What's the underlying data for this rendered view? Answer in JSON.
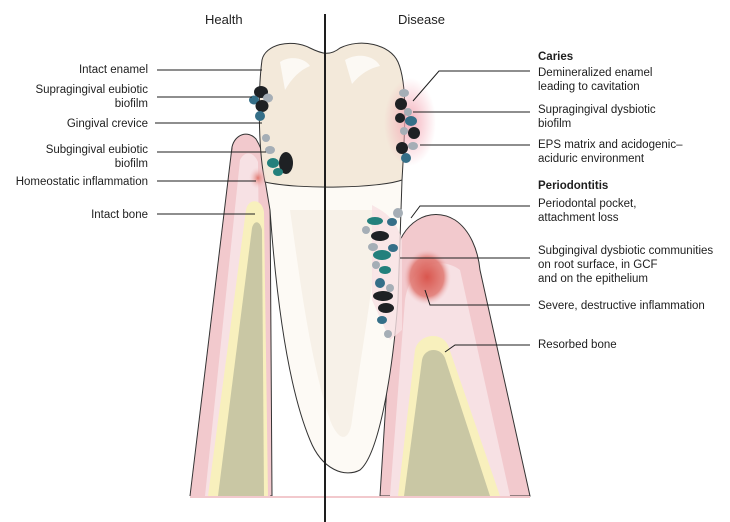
{
  "headers": {
    "health": "Health",
    "disease": "Disease"
  },
  "left_labels": {
    "intact_enamel": "Intact enamel",
    "supragingival_eubiotic_1": "Supragingival eubiotic",
    "supragingival_eubiotic_2": "biofilm",
    "gingival_crevice": "Gingival crevice",
    "subgingival_eubiotic_1": "Subgingival eubiotic",
    "subgingival_eubiotic_2": "biofilm",
    "homeostatic_inflammation": "Homeostatic inflammation",
    "intact_bone": "Intact bone"
  },
  "right_labels": {
    "caries_title": "Caries",
    "demineralized_1": "Demineralized enamel",
    "demineralized_2": "leading to cavitation",
    "supragingival_dysbiotic_1": "Supragingival dysbiotic",
    "supragingival_dysbiotic_2": "biofilm",
    "eps_1": "EPS matrix and acidogenic–",
    "eps_2": "aciduric environment",
    "periodontitis_title": "Periodontitis",
    "pocket_1": "Periodontal pocket,",
    "pocket_2": "attachment loss",
    "subgingival_dysbiotic_1": "Subgingival dysbiotic communities",
    "subgingival_dysbiotic_2": "on root surface, in GCF",
    "subgingival_dysbiotic_3": "and on the epithelium",
    "severe_inflammation": "Severe, destructive inflammation",
    "resorbed_bone": "Resorbed bone"
  },
  "colors": {
    "gum_outer": "#f2c9cd",
    "gum_inner": "#f7e1e4",
    "bone_rim": "#f8f0bd",
    "bone": "#c9c7a4",
    "enamel": "#f3e9da",
    "root": "#fdfaf5",
    "inflammation": "#d9625a",
    "bacteria_black": "#1e2124",
    "bacteria_teal": "#23807c",
    "bacteria_grey": "#a5aeb6",
    "bacteria_blue": "#356f88",
    "line": "#1e1e1e"
  }
}
